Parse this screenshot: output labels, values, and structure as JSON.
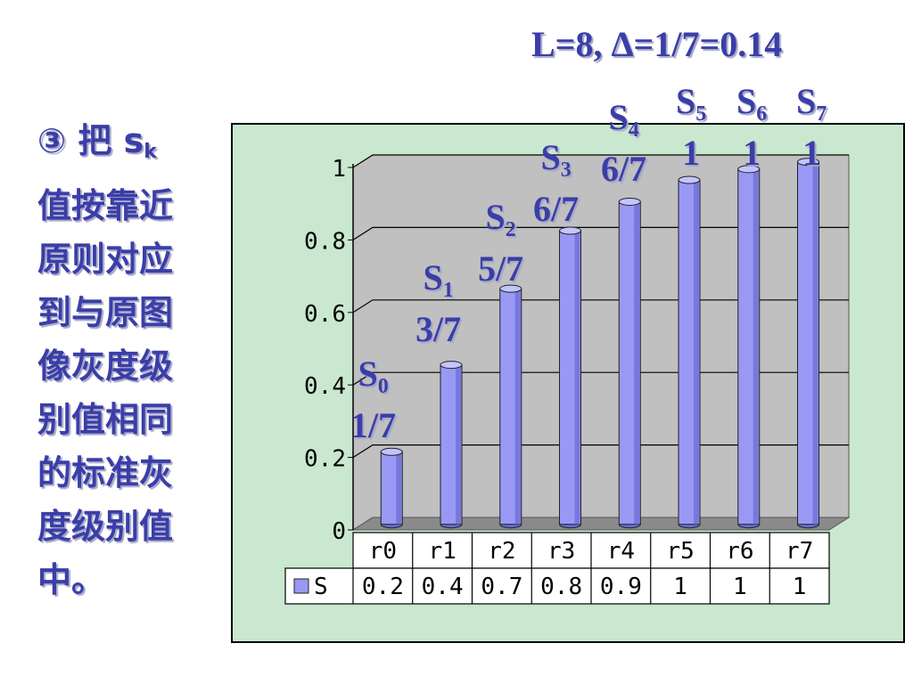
{
  "side_text": {
    "line1_prefix": "③ 把 s",
    "line1_sub": "k",
    "lines": [
      "值按靠近",
      "原则对应",
      "到与原图",
      "像灰度级",
      "别值相同",
      "的标准灰",
      "度级别值",
      "中。"
    ]
  },
  "formula": "L=8, Δ=1/7=0.14",
  "s_labels": [
    {
      "sym": "S",
      "sub": "0",
      "frac": "1/7"
    },
    {
      "sym": "S",
      "sub": "1",
      "frac": "3/7"
    },
    {
      "sym": "S",
      "sub": "2",
      "frac": "5/7"
    },
    {
      "sym": "S",
      "sub": "3",
      "frac": "6/7"
    },
    {
      "sym": "S",
      "sub": "4",
      "frac": "6/7"
    },
    {
      "sym": "S",
      "sub": "5",
      "frac": "1"
    },
    {
      "sym": "S",
      "sub": "6",
      "frac": "1"
    },
    {
      "sym": "S",
      "sub": "7",
      "frac": "1"
    }
  ],
  "colors": {
    "bar": "#9999f5",
    "bar_dark": "#6a6ad2",
    "bar_top": "#c4c4ff",
    "wall": "#c0c0c0",
    "floor": "#8a8a8a",
    "frame_bg": "#c9e8cf",
    "label_text": "#3a3ea8"
  },
  "chart_data": {
    "type": "bar",
    "categories": [
      "r0",
      "r1",
      "r2",
      "r3",
      "r4",
      "r5",
      "r6",
      "r7"
    ],
    "series": [
      {
        "name": "S",
        "values": [
          0.2,
          0.44,
          0.65,
          0.81,
          0.89,
          0.95,
          0.98,
          1.0
        ],
        "table_values": [
          "0.2",
          "0.4",
          "0.7",
          "0.8",
          "0.9",
          "1",
          "1",
          "1"
        ]
      }
    ],
    "ylim": [
      0,
      1
    ],
    "yticks": [
      "0",
      "0.2",
      "0.4",
      "0.6",
      "0.8",
      "1"
    ],
    "grid": true,
    "legend": "data-table"
  }
}
